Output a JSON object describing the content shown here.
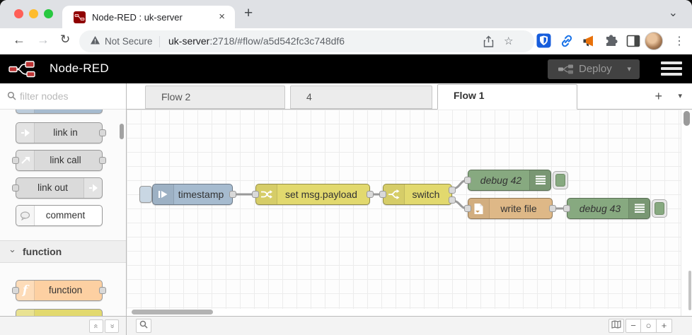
{
  "browser": {
    "tab_title": "Node-RED : uk-server",
    "not_secure_label": "Not Secure",
    "url_host": "uk-server",
    "url_rest": ":2718/#flow/a5d542fc3c748df6",
    "glyphs": {
      "close_tab": "×",
      "new_tab": "+",
      "strip_overflow": "⌄",
      "back": "←",
      "forward": "→",
      "reload": "↻",
      "star": "☆",
      "menu": "⋮"
    }
  },
  "header": {
    "app_title": "Node-RED",
    "deploy_label": "Deploy",
    "deploy_caret": "▾"
  },
  "palette": {
    "search_placeholder": "filter nodes",
    "items": [
      {
        "label": "link in",
        "icon": "link-icon"
      },
      {
        "label": "link call",
        "icon": "link-icon"
      },
      {
        "label": "link out",
        "icon": "link-icon"
      },
      {
        "label": "comment",
        "icon": "comment-bubble-icon"
      }
    ],
    "category": {
      "label": "function",
      "chevron": "⌄"
    },
    "function_items": [
      {
        "label": "function",
        "icon": "function-f-icon"
      }
    ]
  },
  "workspace": {
    "tabs": [
      {
        "label": "Flow 2"
      },
      {
        "label": "4"
      },
      {
        "label": "Flow 1"
      }
    ],
    "add_tab_glyph": "+",
    "tab_list_glyph": "▾"
  },
  "flow": {
    "nodes": [
      {
        "label": "timestamp",
        "type": "inject",
        "icon": "inject-arrow-icon"
      },
      {
        "label": "set msg.payload",
        "type": "change",
        "icon": "shuffle-icon"
      },
      {
        "label": "switch",
        "type": "switch",
        "icon": "fork-icon"
      },
      {
        "label": "debug 42",
        "type": "debug",
        "icon": "debug-lines-icon"
      },
      {
        "label": "write file",
        "type": "file",
        "icon": "file-icon"
      },
      {
        "label": "debug 43",
        "type": "debug",
        "icon": "debug-lines-icon"
      }
    ]
  },
  "footer": {
    "zoom_out": "−",
    "zoom_reset": "○",
    "zoom_in": "+",
    "collapse_glyph": "»"
  },
  "colors": {
    "inject": "#a6bbcf",
    "change": "#e2d96e",
    "switch": "#e2d96e",
    "debug": "#87a980",
    "file": "#deb887",
    "function": "#fdd0a2",
    "link": "#dadada",
    "comment": "#ffffff",
    "header_bg": "#000000",
    "node_red_brand": "#8f0000",
    "wire": "#999999"
  }
}
